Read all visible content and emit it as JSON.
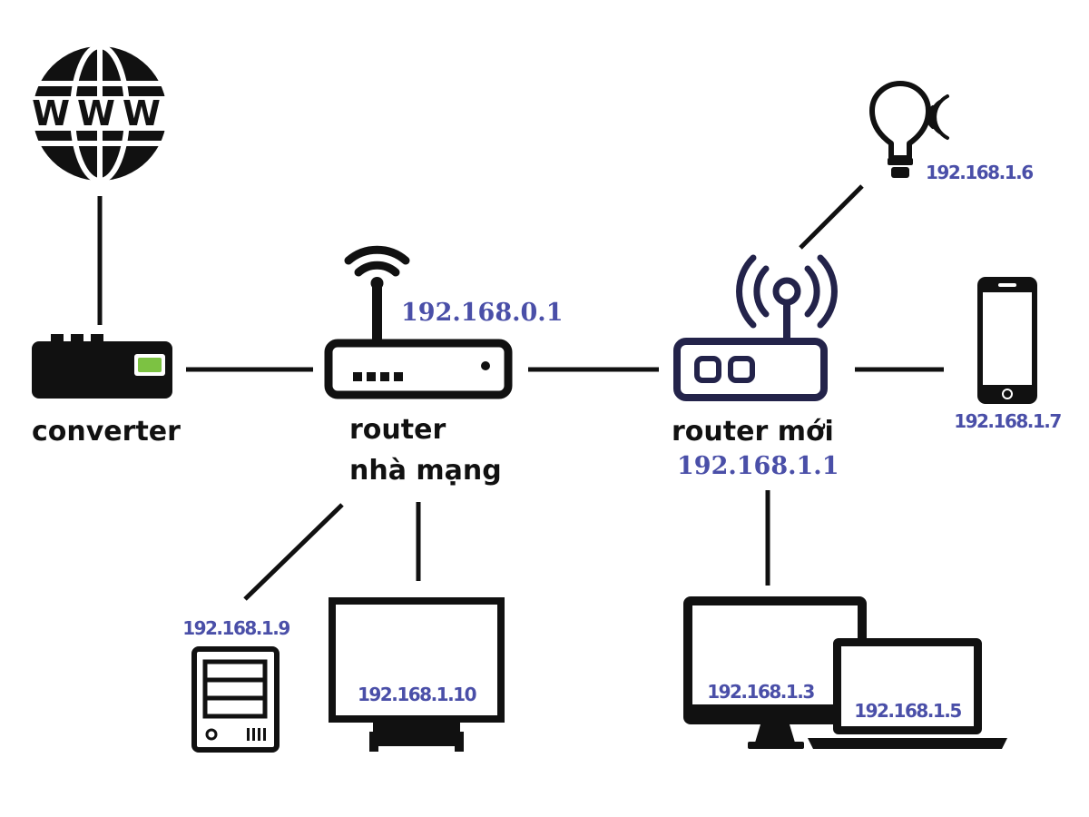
{
  "colors": {
    "ink": "#111111",
    "ip_text": "#4a4fa8",
    "new_router": "#23234a",
    "converter_led": "#7cc242"
  },
  "nodes": {
    "internet": {
      "icon": "www-globe-icon",
      "text": "WWW"
    },
    "converter": {
      "label": "converter",
      "icon": "converter-icon"
    },
    "isp_router": {
      "label_line1": "router",
      "label_line2": "nhà mạng",
      "ip": "192.168.0.1",
      "icon": "wifi-router-icon"
    },
    "new_router": {
      "label": "router mới",
      "ip": "192.168.1.1",
      "icon": "wireless-router-icon"
    },
    "smart_bulb": {
      "ip": "192.168.1.6",
      "icon": "smart-bulb-icon"
    },
    "phone": {
      "ip": "192.168.1.7",
      "icon": "smartphone-icon"
    },
    "nas": {
      "ip": "192.168.1.9",
      "icon": "server-icon"
    },
    "monitor": {
      "ip": "192.168.1.10",
      "icon": "monitor-icon"
    },
    "desktop": {
      "ip": "192.168.1.3",
      "icon": "desktop-icon"
    },
    "laptop": {
      "ip": "192.168.1.5",
      "icon": "laptop-icon"
    }
  }
}
